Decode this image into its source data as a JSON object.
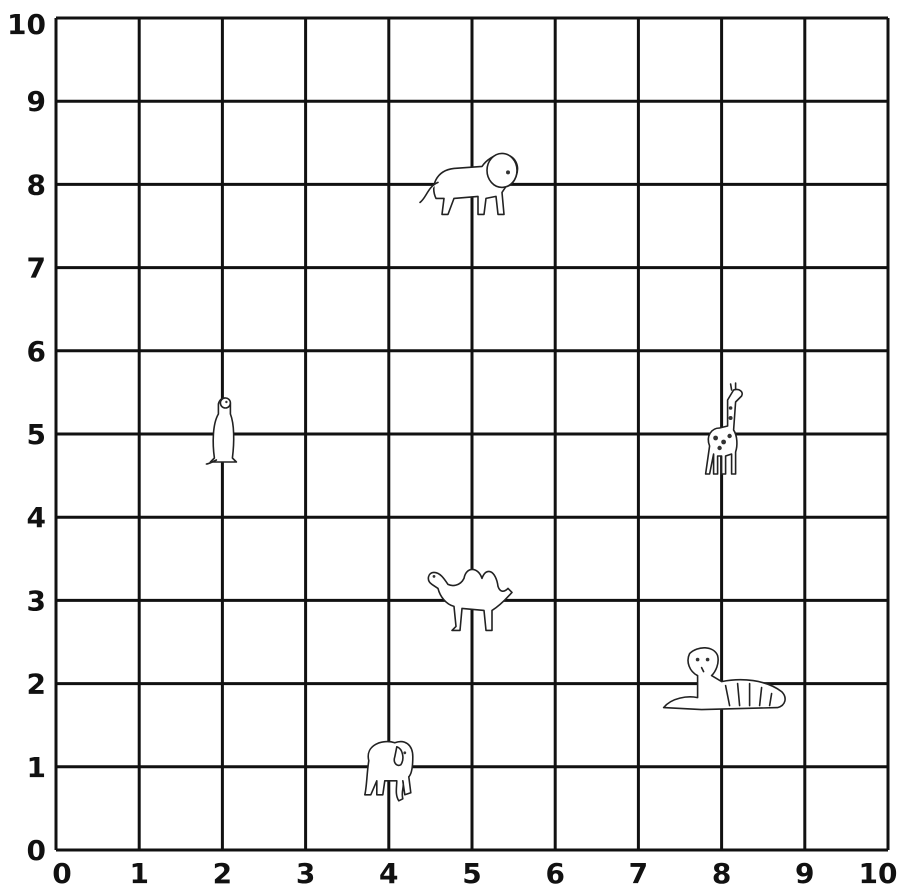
{
  "chart_data": {
    "type": "scatter",
    "title": "",
    "xlabel": "",
    "ylabel": "",
    "xlim": [
      0,
      10
    ],
    "ylim": [
      0,
      10
    ],
    "x_ticks": [
      "0",
      "1",
      "2",
      "3",
      "4",
      "5",
      "6",
      "7",
      "8",
      "9",
      "10"
    ],
    "y_ticks": [
      "0",
      "1",
      "2",
      "3",
      "4",
      "5",
      "6",
      "7",
      "8",
      "9",
      "10"
    ],
    "grid": true,
    "points": [
      {
        "animal": "lion",
        "icon": "lion-icon",
        "x": 5,
        "y": 8
      },
      {
        "animal": "meerkat",
        "icon": "meerkat-icon",
        "x": 2,
        "y": 5
      },
      {
        "animal": "giraffe",
        "icon": "giraffe-icon",
        "x": 8,
        "y": 5
      },
      {
        "animal": "camel",
        "icon": "camel-icon",
        "x": 5,
        "y": 3
      },
      {
        "animal": "tiger",
        "icon": "tiger-icon",
        "x": 8,
        "y": 2
      },
      {
        "animal": "elephant",
        "icon": "elephant-icon",
        "x": 4,
        "y": 1
      }
    ]
  }
}
